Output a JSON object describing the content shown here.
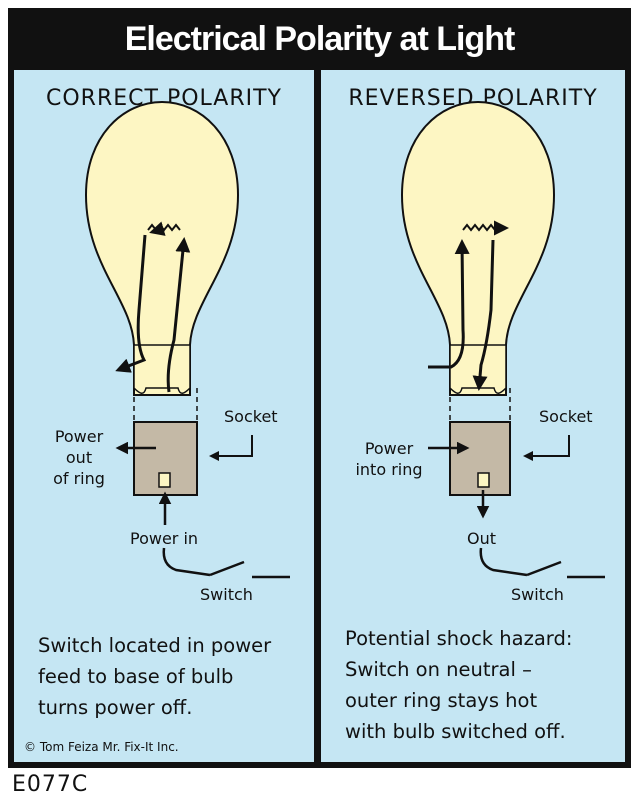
{
  "title": "Electrical Polarity at Light",
  "left": {
    "heading": "CORRECT POLARITY",
    "labels": {
      "socket": "Socket",
      "power_out": [
        "Power",
        "out",
        "of ring"
      ],
      "power_in": "Power in",
      "switch": "Switch"
    },
    "caption": [
      "Switch located in power",
      "feed to base of bulb",
      "turns power off."
    ]
  },
  "right": {
    "heading": "REVERSED POLARITY",
    "labels": {
      "socket": "Socket",
      "power_into": [
        "Power",
        "into ring"
      ],
      "out": "Out",
      "switch": "Switch"
    },
    "caption": [
      "Potential shock hazard:",
      "Switch on neutral –",
      "outer ring stays hot",
      "with bulb switched off."
    ]
  },
  "credit": "© Tom Feiza Mr. Fix-It Inc.",
  "figure_code": "E077C",
  "colors": {
    "panel_bg": "#c5e6f3",
    "bulb": "#fdf6c3",
    "socket": "#c4b9a6",
    "frame": "#111111"
  }
}
